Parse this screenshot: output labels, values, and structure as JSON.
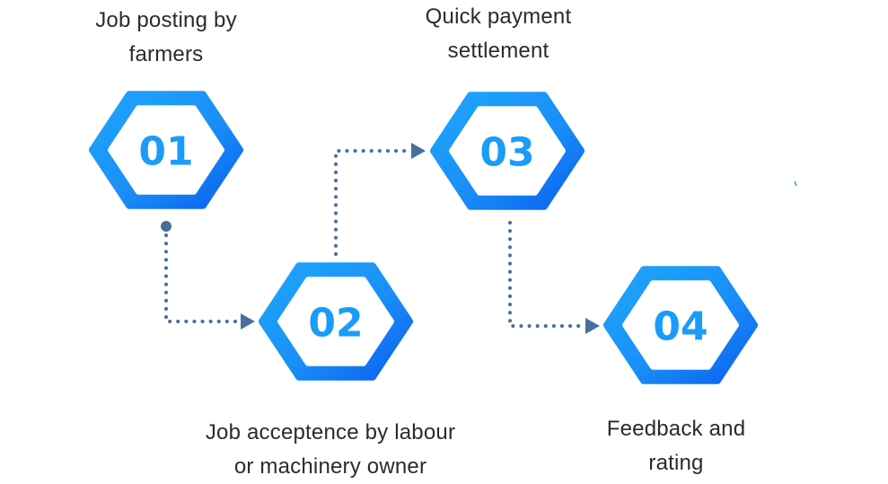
{
  "steps": [
    {
      "number": "01",
      "label_lines": [
        "Job posting by",
        "farmers"
      ]
    },
    {
      "number": "02",
      "label_lines": [
        "Job acceptence by labour",
        "or machinery owner"
      ]
    },
    {
      "number": "03",
      "label_lines": [
        "Quick payment",
        "settlement"
      ]
    },
    {
      "number": "04",
      "label_lines": [
        "Feedback and",
        "rating"
      ]
    }
  ],
  "colors": {
    "hex_light": "#1a9cf8",
    "hex_dark": "#0a5ff0",
    "number": "#1a9cf8",
    "connector": "#4a6f9c",
    "text": "#2b2b2b"
  }
}
